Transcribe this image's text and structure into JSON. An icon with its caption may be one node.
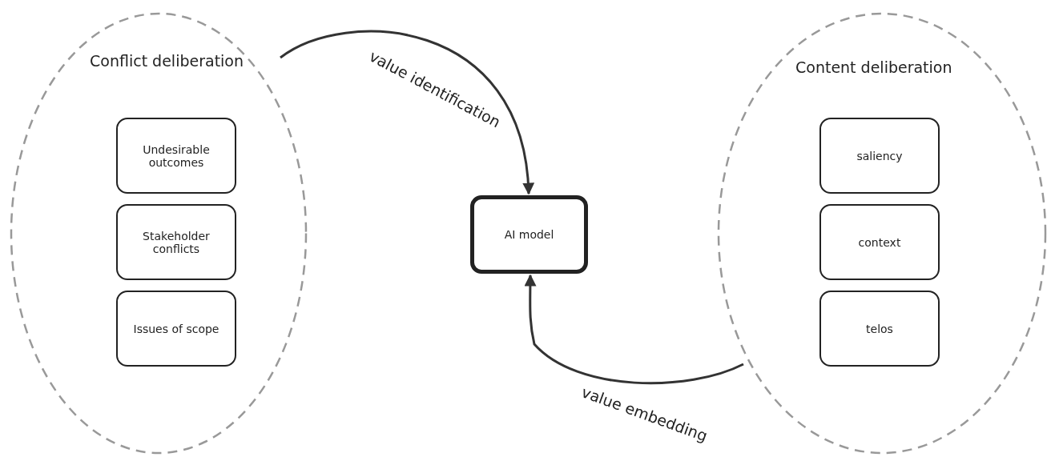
{
  "diagram": {
    "nodes": [
      {
        "text": [
          "Conflict deliberation"
        ]
      },
      {
        "text": [
          "Undesirable outcomes"
        ],
        "in": 0
      },
      {
        "text": [
          "Stakeholder conflicts"
        ],
        "in": 0
      },
      {
        "text": [
          "Issues of scope"
        ],
        "in": 0
      },
      {
        "text": [
          "AI model"
        ]
      },
      {
        "text": [
          "Content deliberation"
        ]
      },
      {
        "text": [
          "saliency"
        ],
        "in": 5
      },
      {
        "text": [
          "context"
        ],
        "in": 5
      },
      {
        "text": [
          "telos"
        ],
        "in": 5
      }
    ],
    "edges": [
      {
        "from": 0,
        "to": 4,
        "arrow": "to",
        "label": "value identification"
      },
      {
        "from": 5,
        "to": 4,
        "arrow": "to",
        "label": "value embedding"
      }
    ]
  }
}
